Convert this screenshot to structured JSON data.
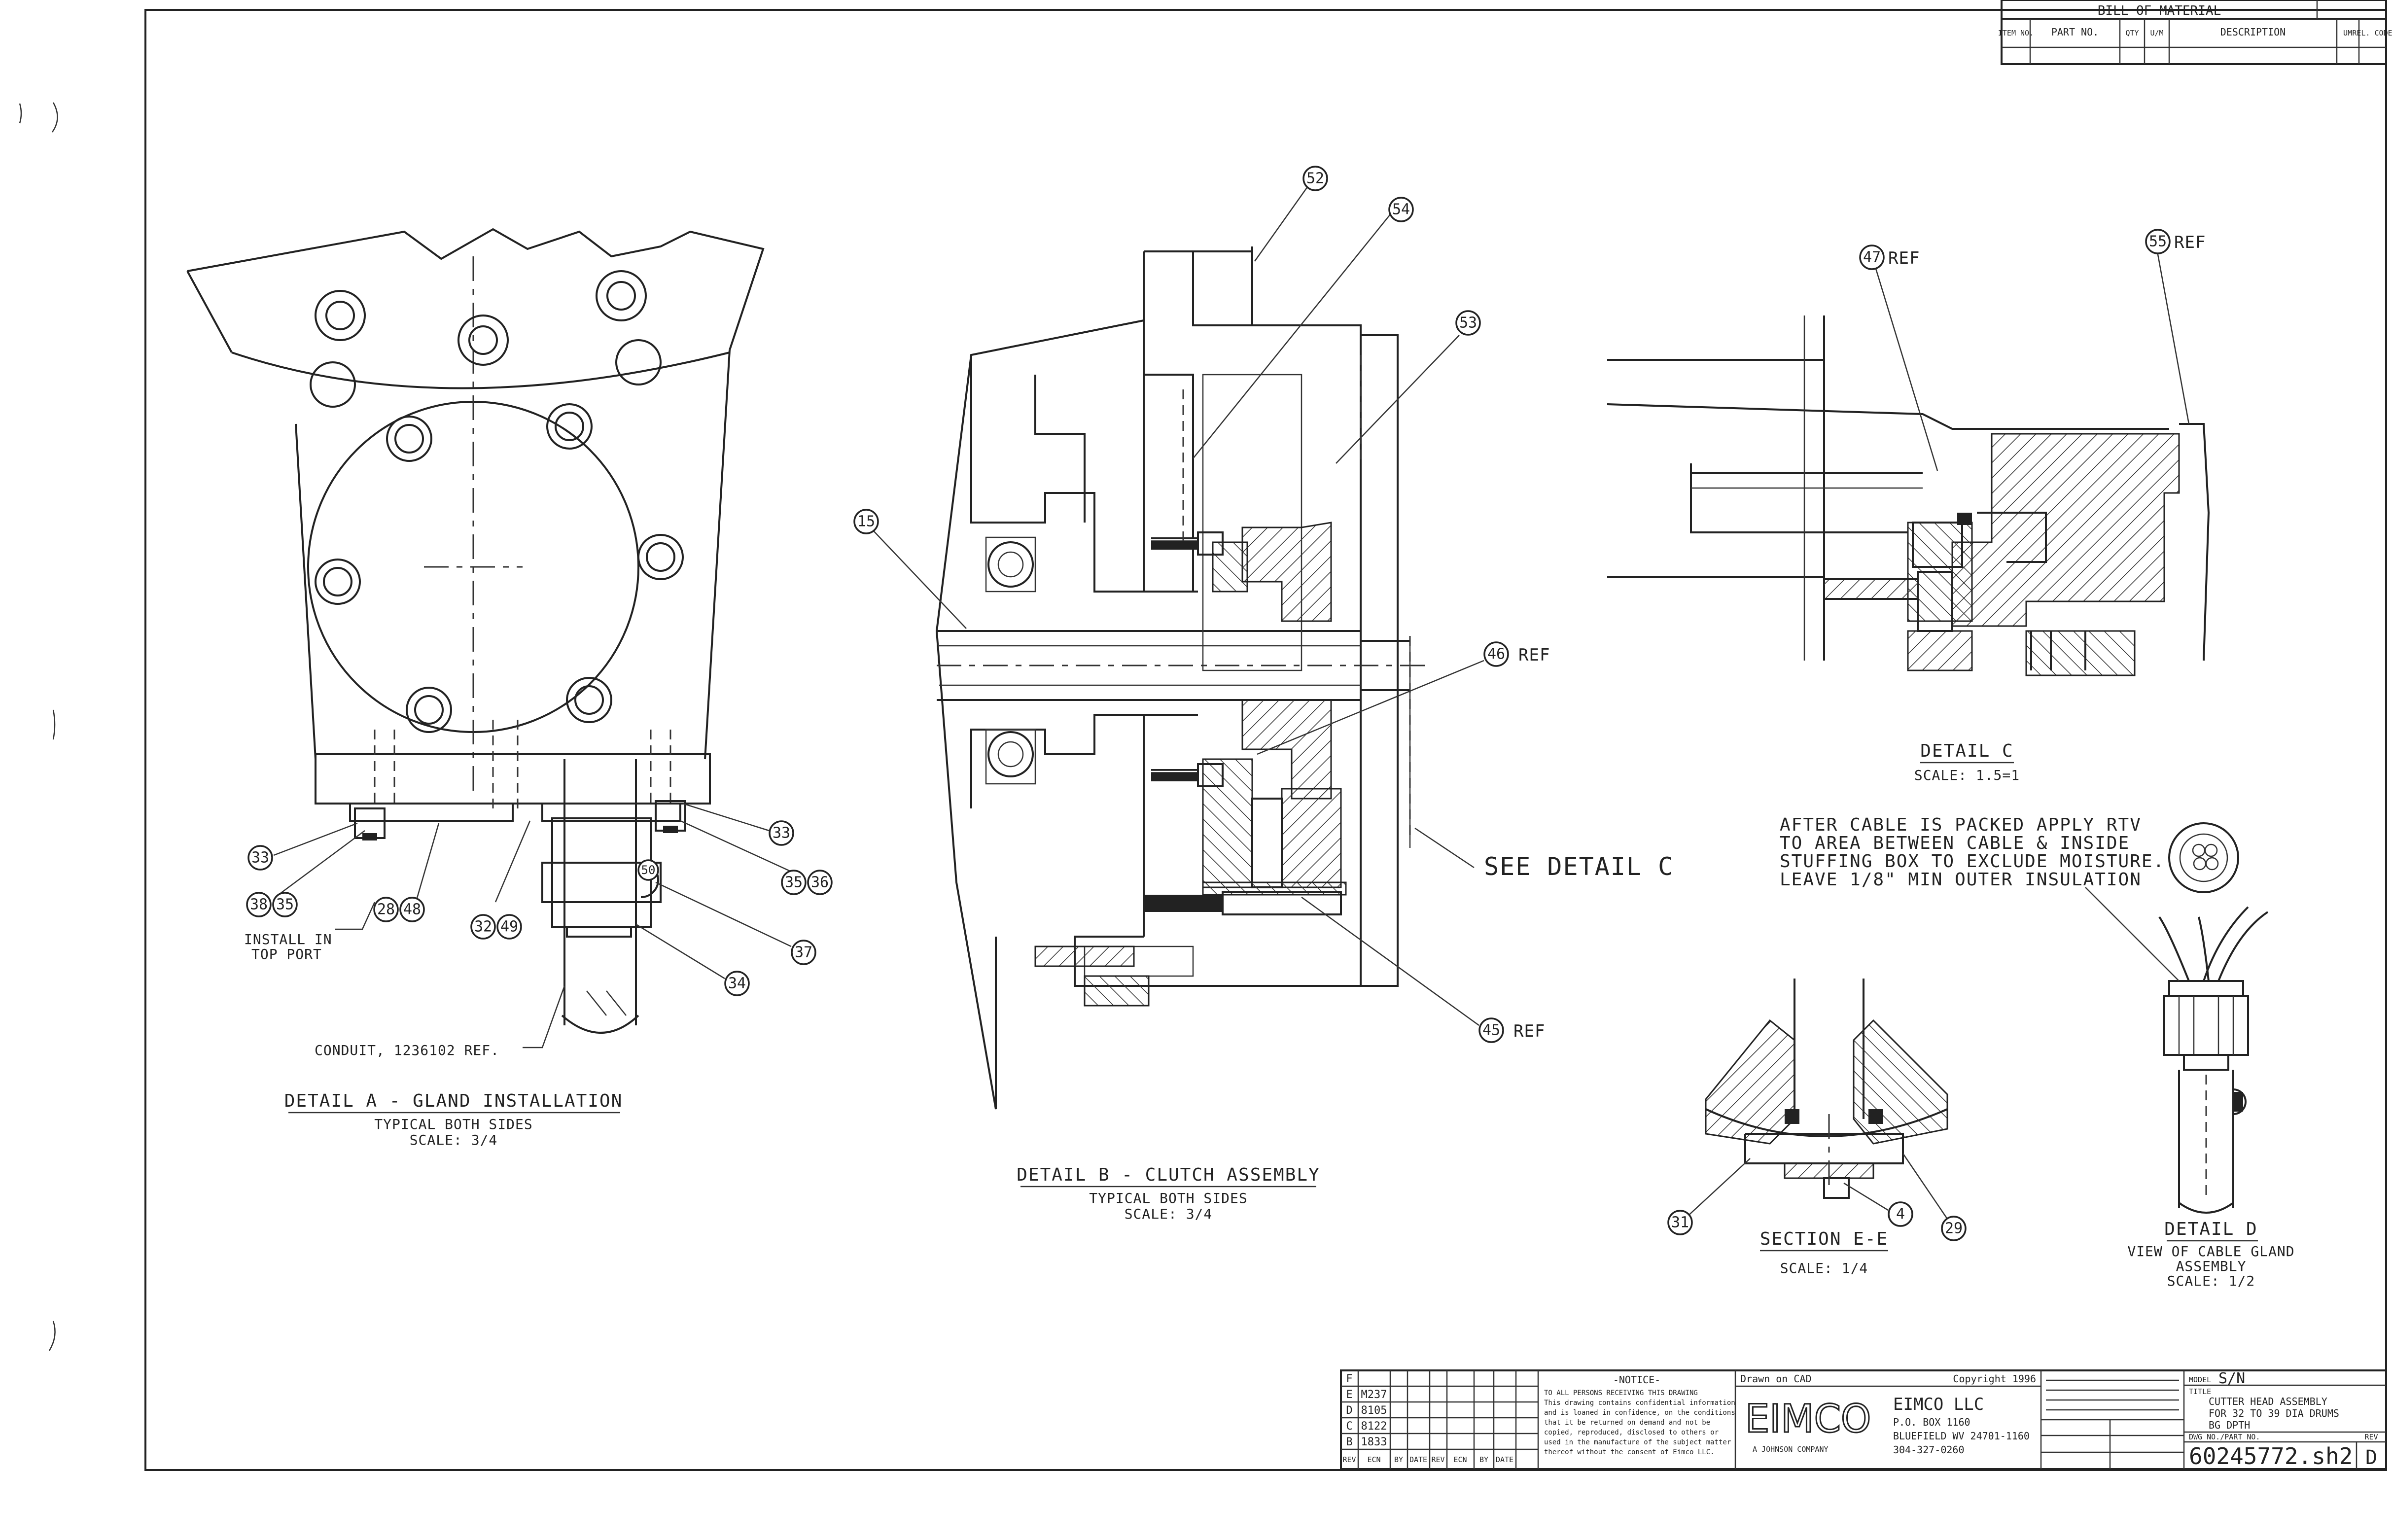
{
  "bom": {
    "title": "BILL OF MATERIAL",
    "headers": [
      "ITEM NO.",
      "PART NO.",
      "QTY",
      "U/M",
      "DESCRIPTION",
      "UM",
      "REL. CODE"
    ]
  },
  "details": {
    "a": {
      "title": "DETAIL A - GLAND INSTALLATION",
      "line1": "TYPICAL BOTH SIDES",
      "line2": "SCALE: 3/4"
    },
    "b": {
      "title": "DETAIL B - CLUTCH ASSEMBLY",
      "line1": "TYPICAL BOTH SIDES",
      "line2": "SCALE: 3/4"
    },
    "c": {
      "title": "DETAIL C",
      "line1": "SCALE: 1.5=1"
    },
    "d": {
      "title": "DETAIL D",
      "line1": "VIEW OF CABLE GLAND",
      "line2": "ASSEMBLY",
      "line3": "SCALE: 1/2"
    },
    "e": {
      "title": "SECTION E-E",
      "line1": "SCALE: 1/4"
    }
  },
  "notes": {
    "install": [
      "INSTALL IN",
      "TOP PORT"
    ],
    "conduit": "CONDUIT, 1236102 REF.",
    "see_detail": "SEE DETAIL C",
    "rtv": [
      "AFTER CABLE IS PACKED APPLY RTV",
      "TO AREA BETWEEN CABLE & INSIDE",
      "STUFFING BOX TO EXCLUDE MOISTURE.",
      "LEAVE 1/8\" MIN OUTER INSULATION"
    ]
  },
  "callouts": {
    "c52": "52",
    "c54": "54",
    "c53": "53",
    "c15": "15",
    "c46": "46",
    "c45": "45",
    "c47": "47",
    "c55": "55",
    "c33a": "33",
    "c38": "38",
    "c35a": "35",
    "c28": "28",
    "c48": "48",
    "c32": "32",
    "c49": "49",
    "c50": "50",
    "c33b": "33",
    "c35b": "35",
    "c36": "36",
    "c37": "37",
    "c34": "34",
    "c31": "31",
    "c4": "4",
    "c29": "29"
  },
  "ref": "REF",
  "title_block": {
    "revisions": [
      {
        "rev": "F",
        "ecn": "",
        "by": "",
        "date": ""
      },
      {
        "rev": "E",
        "ecn": "M237",
        "by": "",
        "date": ""
      },
      {
        "rev": "D",
        "ecn": "8105",
        "by": "",
        "date": ""
      },
      {
        "rev": "C",
        "ecn": "8122",
        "by": "",
        "date": ""
      },
      {
        "rev": "B",
        "ecn": "1833",
        "by": "",
        "date": ""
      }
    ],
    "rev_headers": [
      "REV",
      "ECN",
      "BY",
      "DATE",
      "REV",
      "ECN",
      "BY",
      "DATE"
    ],
    "notice_title": "-NOTICE-",
    "notice_lines": [
      "TO ALL PERSONS RECEIVING THIS DRAWING",
      "This drawing contains confidential information",
      "and is loaned in confidence, on the conditions",
      "that it be returned on demand and not be",
      "copied, reproduced, disclosed to others or",
      "used in the manufacture of the subject matter",
      "thereof without the consent of Eimco LLC."
    ],
    "drawn": "Drawn on CAD",
    "copyright": "Copyright 1996",
    "company_logo": "EIMCO",
    "company_tag": "A JOHNSON COMPANY",
    "company_name": "EIMCO LLC",
    "address": [
      "P.O. BOX 1160",
      "BLUEFIELD WV 24701-1160",
      "304-327-0260"
    ],
    "model_label": "MODEL",
    "model": "S/N",
    "title_label": "TITLE",
    "title_lines": [
      "CUTTER HEAD ASSEMBLY",
      "FOR 32 TO 39 DIA DRUMS",
      "BG DPTH"
    ],
    "dwg_no_label": "DWG NO./PART NO.",
    "dwg_no": "60245772.sh2",
    "rev_label": "REV",
    "rev": "D"
  }
}
